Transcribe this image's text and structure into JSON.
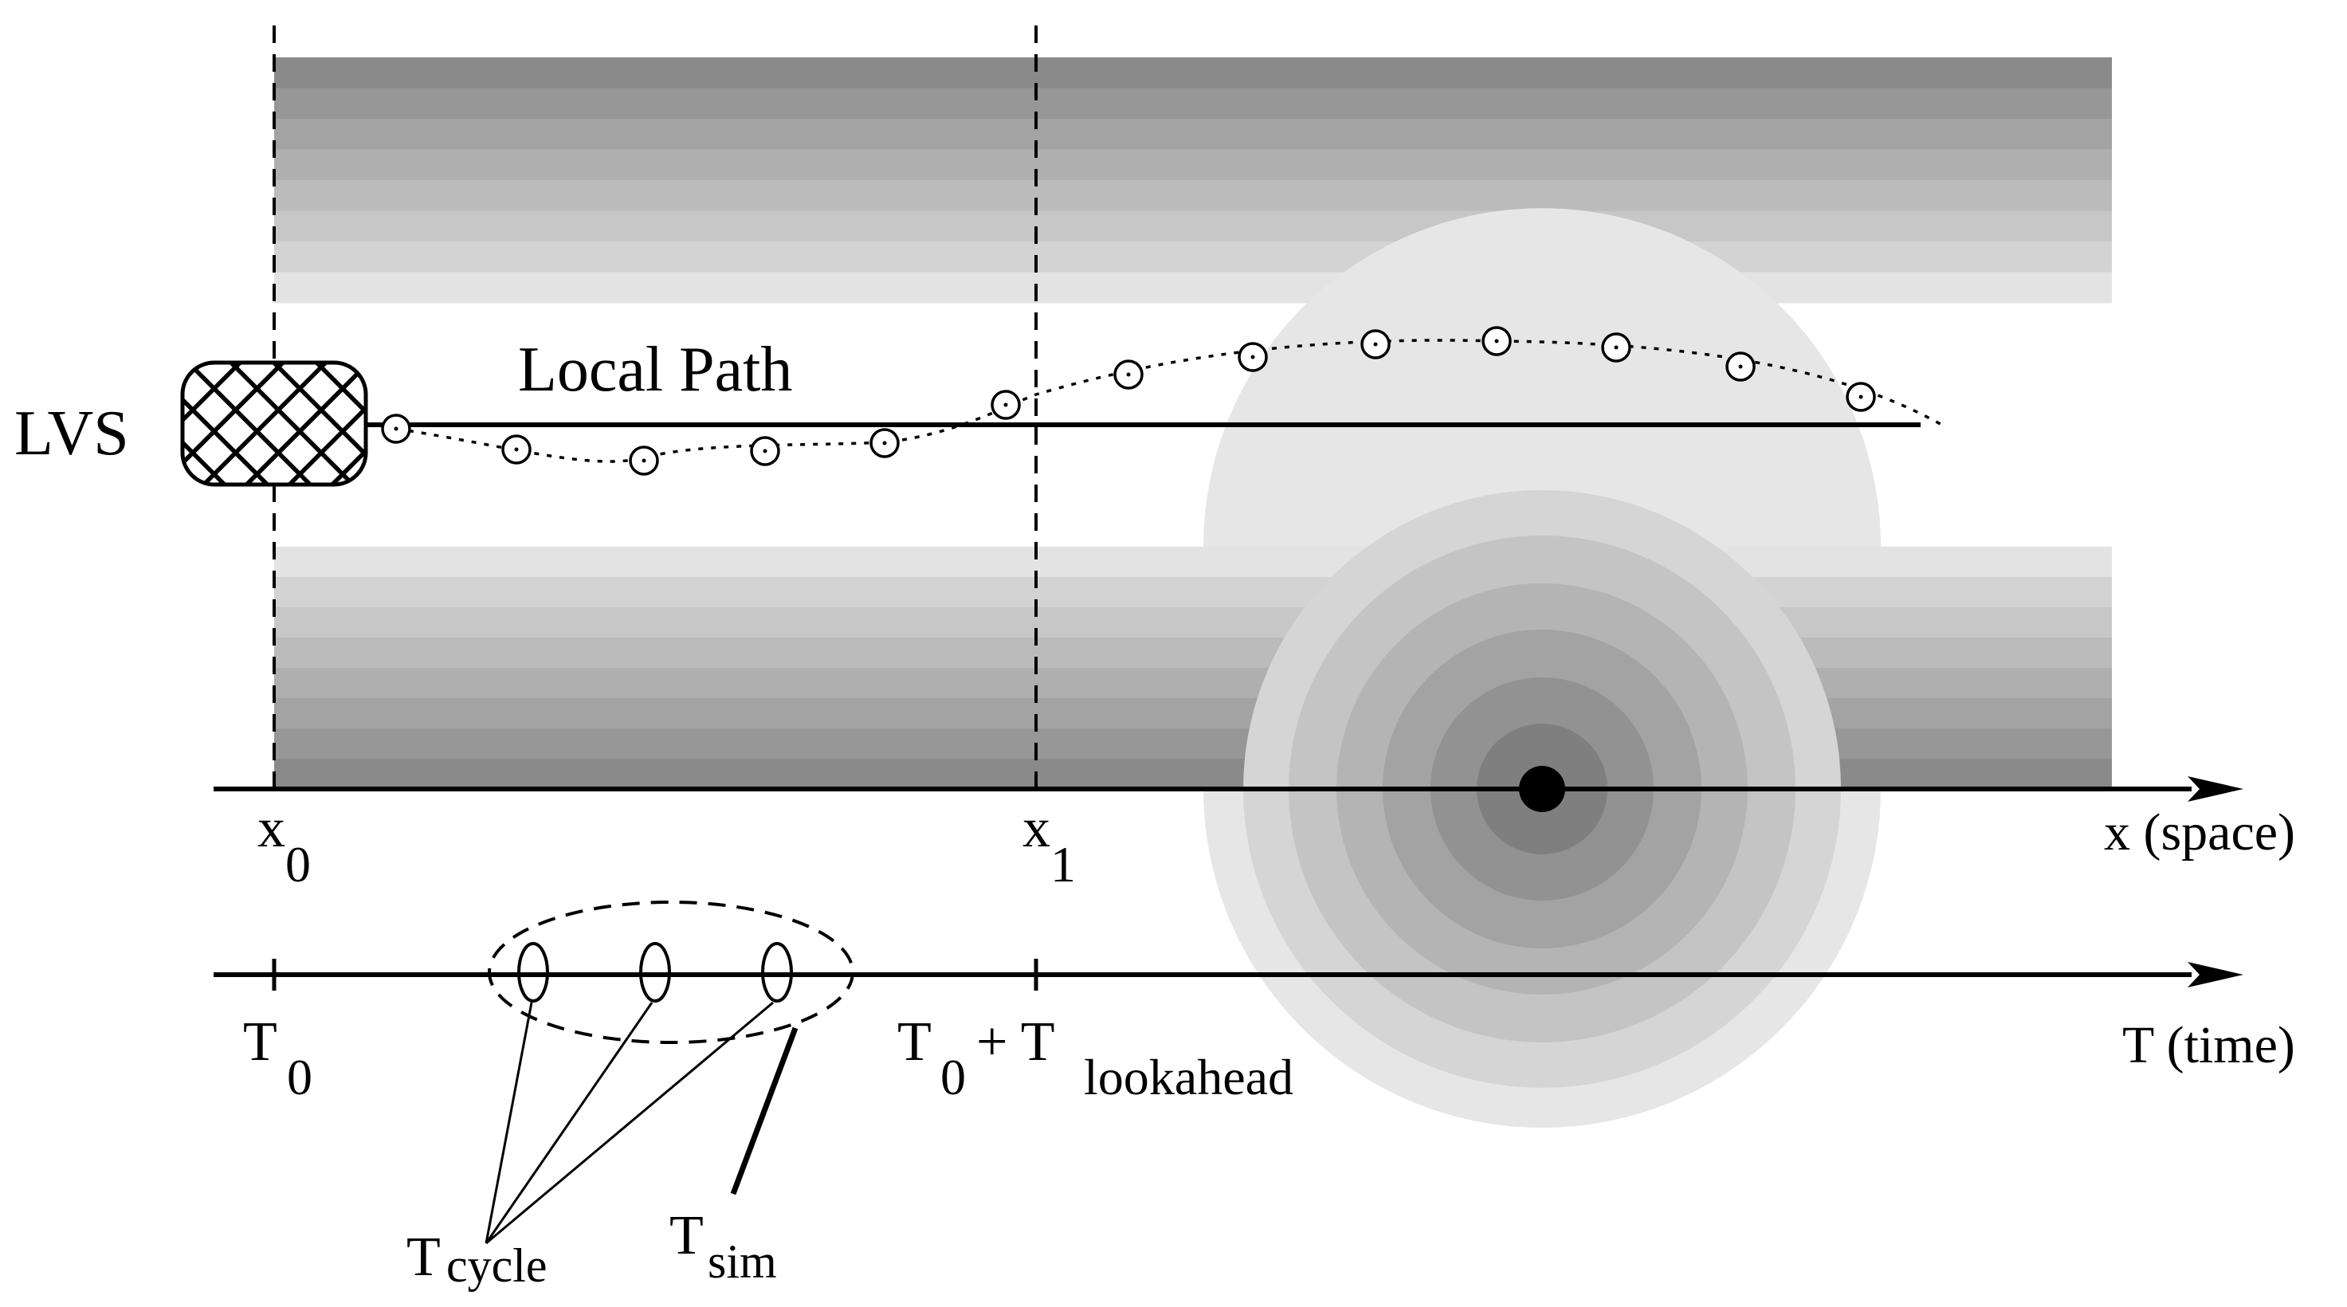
{
  "labels": {
    "vehicle": "LVS",
    "local_path": "Local Path",
    "x_axis": "x (space)",
    "t_axis": "T (time)",
    "x0_main": "x",
    "x0_sub": "0",
    "x1_main": "x",
    "x1_sub": "1",
    "t0_main": "T",
    "t0_sub": "0",
    "t_end_main": "T",
    "t_end_sub": "0",
    "t_end_plus": "+ T",
    "t_end_sub2": "lookahead",
    "tcycle_main": "T",
    "tcycle_sub": "cycle",
    "tsim_main": "T",
    "tsim_sub": "sim"
  },
  "colors": {
    "band_shades": [
      "#8a8a8a",
      "#979797",
      "#a3a3a3",
      "#afafaf",
      "#bbbbbb",
      "#c7c7c7",
      "#d3d3d3",
      "#e3e3e3"
    ],
    "obstacle_shades": [
      "#e6e6e6",
      "#d5d5d5",
      "#c4c4c4",
      "#b4b4b4",
      "#a3a3a3",
      "#929292",
      "#7f7f7f"
    ],
    "ink": "#000000"
  },
  "icons": {
    "vehicle": "crosshatched-rounded-box",
    "obstacle": "filled-dot"
  }
}
